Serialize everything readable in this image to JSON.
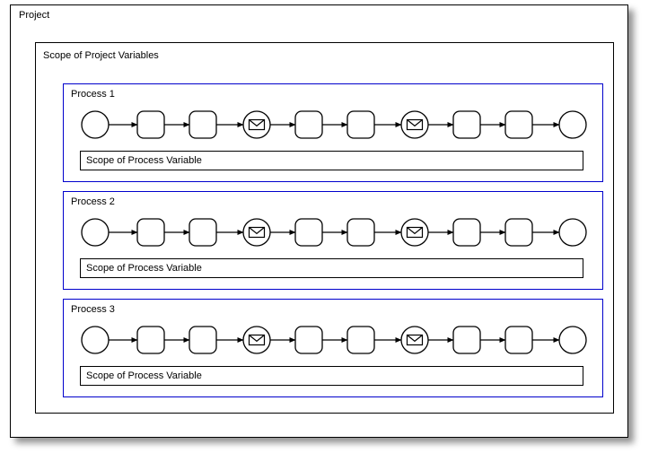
{
  "diagram": {
    "type": "bpmn-scope-diagram",
    "project": {
      "title": "Project",
      "project_variables_scope": {
        "title": "Scope of Project Variables",
        "processes": [
          {
            "title": "Process 1",
            "variable_scope_label": "Scope of Process Variable",
            "nodes": [
              {
                "shape": "circle",
                "icon": "start-event-icon"
              },
              {
                "shape": "rounded-rect",
                "icon": "task-icon"
              },
              {
                "shape": "rounded-rect",
                "icon": "task-icon"
              },
              {
                "shape": "circle",
                "icon": "message-event-icon"
              },
              {
                "shape": "rounded-rect",
                "icon": "task-icon"
              },
              {
                "shape": "rounded-rect",
                "icon": "task-icon"
              },
              {
                "shape": "circle",
                "icon": "message-event-icon"
              },
              {
                "shape": "rounded-rect",
                "icon": "task-icon"
              },
              {
                "shape": "rounded-rect",
                "icon": "task-icon"
              },
              {
                "shape": "circle",
                "icon": "end-event-icon"
              }
            ]
          },
          {
            "title": "Process 2",
            "variable_scope_label": "Scope of Process Variable",
            "nodes": [
              {
                "shape": "circle",
                "icon": "start-event-icon"
              },
              {
                "shape": "rounded-rect",
                "icon": "task-icon"
              },
              {
                "shape": "rounded-rect",
                "icon": "task-icon"
              },
              {
                "shape": "circle",
                "icon": "message-event-icon"
              },
              {
                "shape": "rounded-rect",
                "icon": "task-icon"
              },
              {
                "shape": "rounded-rect",
                "icon": "task-icon"
              },
              {
                "shape": "circle",
                "icon": "message-event-icon"
              },
              {
                "shape": "rounded-rect",
                "icon": "task-icon"
              },
              {
                "shape": "rounded-rect",
                "icon": "task-icon"
              },
              {
                "shape": "circle",
                "icon": "end-event-icon"
              }
            ]
          },
          {
            "title": "Process 3",
            "variable_scope_label": "Scope of Process Variable",
            "nodes": [
              {
                "shape": "circle",
                "icon": "start-event-icon"
              },
              {
                "shape": "rounded-rect",
                "icon": "task-icon"
              },
              {
                "shape": "rounded-rect",
                "icon": "task-icon"
              },
              {
                "shape": "circle",
                "icon": "message-event-icon"
              },
              {
                "shape": "rounded-rect",
                "icon": "task-icon"
              },
              {
                "shape": "rounded-rect",
                "icon": "task-icon"
              },
              {
                "shape": "circle",
                "icon": "message-event-icon"
              },
              {
                "shape": "rounded-rect",
                "icon": "task-icon"
              },
              {
                "shape": "rounded-rect",
                "icon": "task-icon"
              },
              {
                "shape": "circle",
                "icon": "end-event-icon"
              }
            ]
          }
        ]
      }
    },
    "colors": {
      "stroke": "#000000",
      "process_lane_border": "#0000cc",
      "background": "#ffffff"
    }
  }
}
